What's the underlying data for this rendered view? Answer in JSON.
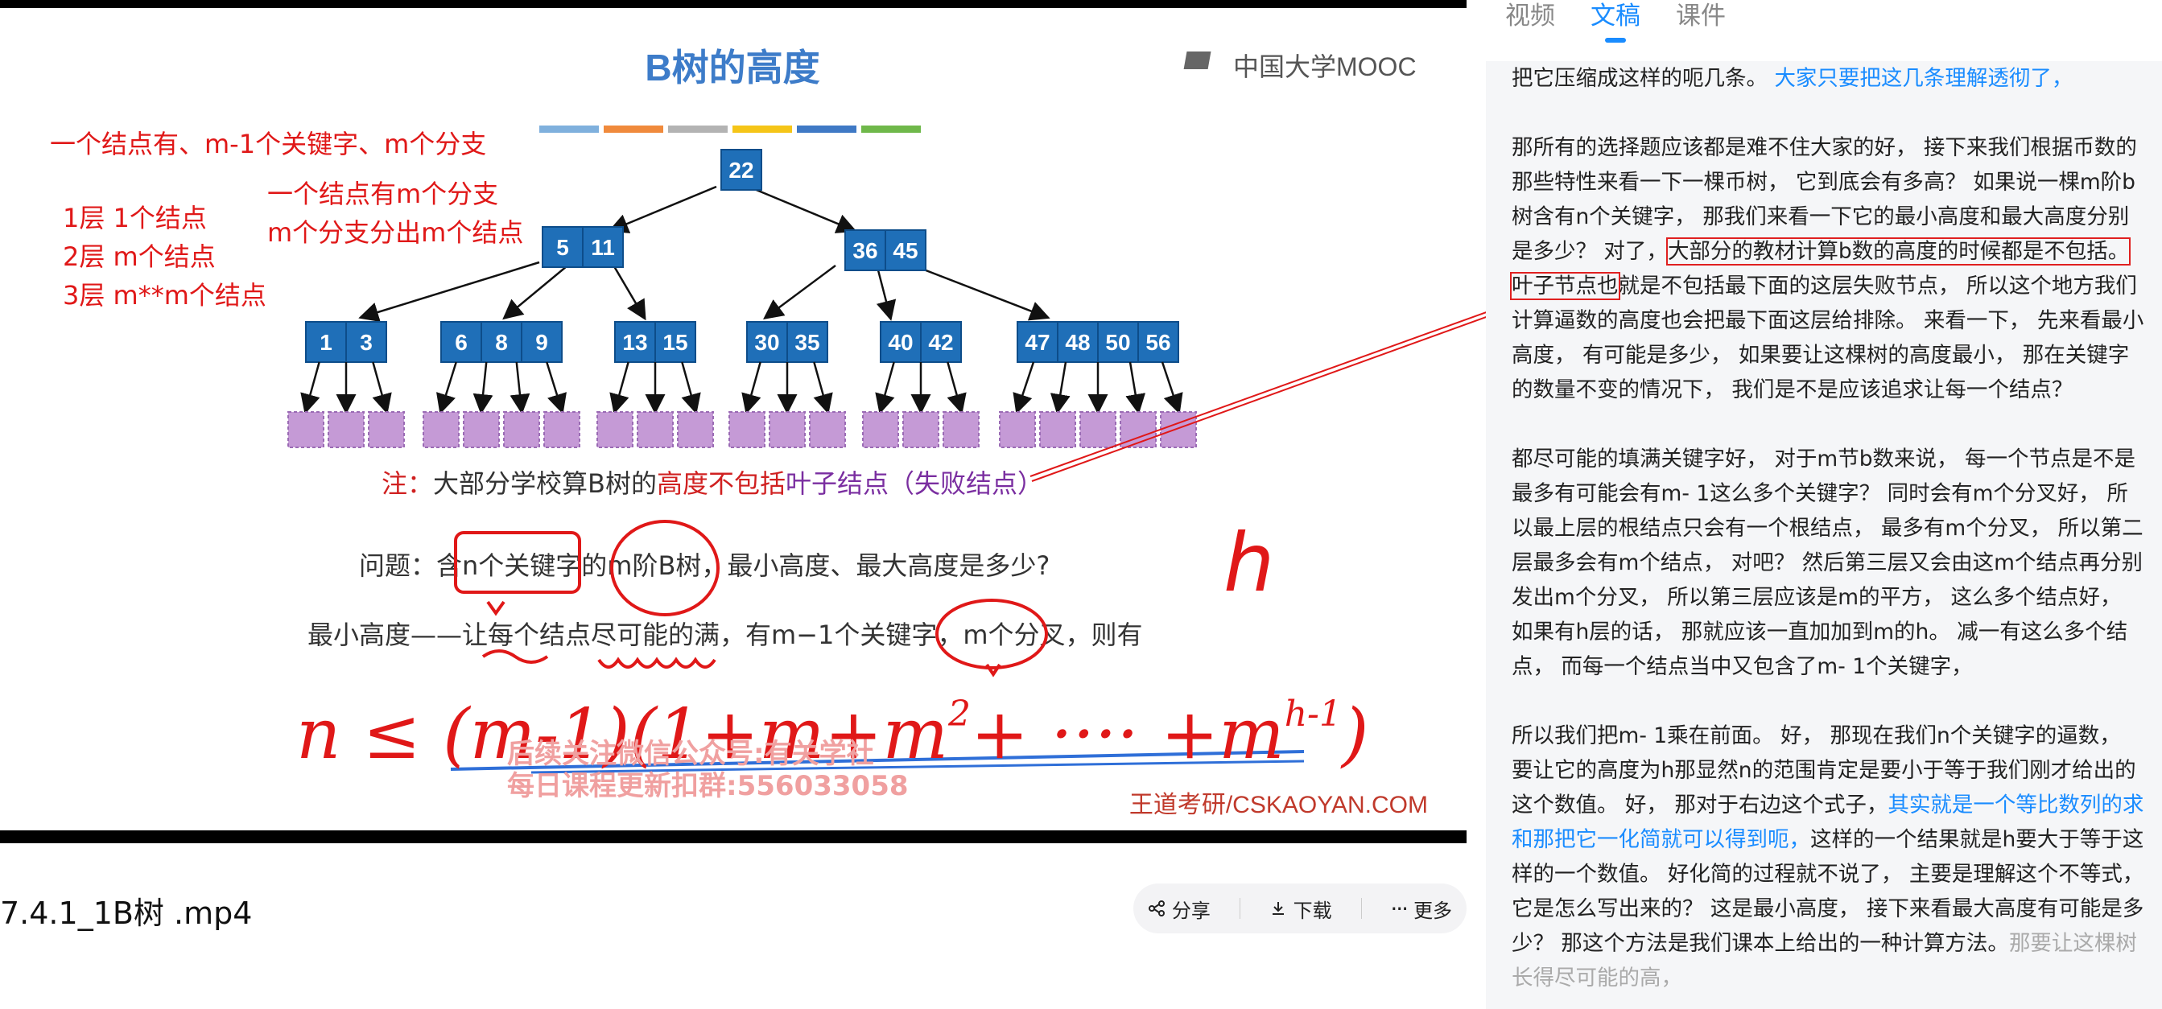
{
  "slide": {
    "title": "B树的高度",
    "logo": "中国大学MOOC",
    "title_bar_colors": [
      "#7fb0dd",
      "#f08a3c",
      "#b3b3b3",
      "#f5c518",
      "#3f79c5",
      "#6fb84a"
    ],
    "tree": {
      "root": [
        "22"
      ],
      "level2": [
        [
          "5",
          "11"
        ],
        [
          "36",
          "45"
        ]
      ],
      "level3": [
        [
          "1",
          "3"
        ],
        [
          "6",
          "8",
          "9"
        ],
        [
          "13",
          "15"
        ],
        [
          "30",
          "35"
        ],
        [
          "40",
          "42"
        ],
        [
          "47",
          "48",
          "50",
          "56"
        ]
      ]
    },
    "note_prefix": "注：",
    "note_mid": "大部分学校算B树的",
    "note_red": "高度不包括",
    "note_purple": "叶子结点（失败结点）",
    "question": "问题：含n个关键字的m阶B树，最小高度、最大高度是多少?",
    "min_height": "最小高度——让每个结点尽可能的满，有m−1个关键字，m个分叉，则有",
    "watermark_1": "后续关注微信公众号:有关学社",
    "watermark_2": "每日课程更新扣群:556033058",
    "footer": "王道考研/CSKAOYAN.COM"
  },
  "annotations": {
    "line1": "一个结点有、m-1个关键字、m个分支",
    "line2": "一个结点有m个分支",
    "line3": "m个分支分出m个结点",
    "layers": [
      "1层 1个结点",
      "2层 m个结点",
      "3层 m**m个结点"
    ],
    "h_letter": "h",
    "formula_parts": [
      "n ≤ (m-1)(1+m+m",
      "2",
      "+ ···· +m",
      "h-1",
      ")"
    ]
  },
  "video_title": "7.4.1_1B树 .mp4",
  "actions": {
    "share": "分享",
    "download": "下载",
    "more": "更多"
  },
  "tabs": [
    "视频",
    "文稿",
    "课件"
  ],
  "transcript": {
    "p1_a": "把它压缩成这样的呃几条。",
    "p1_b": "大家只要把这几条理解透彻了，",
    "p2_a": "那所有的选择题应该都是难不住大家的好，  接下来我们根据币数的那些特性来看一下一棵币树，  它到底会有多高？  如果说一棵m阶b树含有n个关键字，  那我们来看一下它的最小高度和最大高度分别是多少？  对了，",
    "p2_box": "大部分的教材计算b数的高度的时候都是不包括。叶子节点也",
    "p2_c": "就是不包括最下面的这层失败节点，  所以这个地方我们计算逼数的高度也会把最下面这层给排除。  来看一下，  先来看最小高度，  有可能是多少，  如果要让这棵树的高度最小，  那在关键字的数量不变的情况下，  我们是不是应该追求让每一个结点？",
    "p3": "都尽可能的填满关键字好，  对于m节b数来说，  每一个节点是不是最多有可能会有m- 1这么多个关键字？  同时会有m个分叉好，  所以最上层的根结点只会有一个根结点，  最多有m个分叉，  所以第二层最多会有m个结点，  对吧？  然后第三层又会由这m个结点再分别发出m个分叉，  所以第三层应该是m的平方，  这么多个结点好，  如果有h层的话，  那就应该一直加加到m的h。  减一有这么多个结点，  而每一个结点当中又包含了m- 1个关键字，",
    "p4_a": "所以我们把m- 1乘在前面。  好，  那现在我们n个关键字的逼数，  要让它的高度为h那显然n的范围肯定是要小于等于我们刚才给出的这个数值。  好，  那对于右边这个式子，",
    "p4_b": "其实就是一个等比数列的求和那把它一化简就可以得到呃，",
    "p4_c": "这样的一个结果就是h要大于等于这样的一个数值。  好化简的过程就不说了，  主要是理解这个不等式，  它是怎么写出来的？  这是最小高度，  接下来看最大高度有可能是多少？  那这个方法是我们课本上给出的一种计算方法。",
    "p4_fade": "那要让这棵树长得尽可能的高，"
  }
}
